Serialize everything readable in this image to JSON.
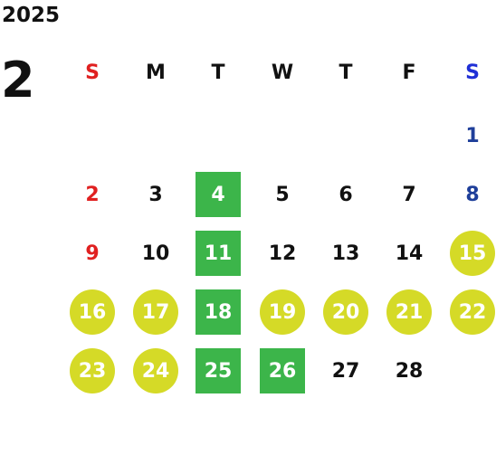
{
  "year": "2025",
  "month": "2",
  "weekdays": [
    {
      "label": "S",
      "color": "#e02020"
    },
    {
      "label": "M",
      "color": "#111111"
    },
    {
      "label": "T",
      "color": "#111111"
    },
    {
      "label": "W",
      "color": "#111111"
    },
    {
      "label": "T",
      "color": "#111111"
    },
    {
      "label": "F",
      "color": "#111111"
    },
    {
      "label": "S",
      "color": "#1f2fd6"
    }
  ],
  "colors": {
    "square_highlight": "#3cb54a",
    "circle_highlight": "#d5da27",
    "sunday": "#e02020",
    "saturday_head": "#1f2fd6",
    "saturday_date": "#1f3f9a"
  },
  "days": [
    {
      "d": "1",
      "style": "plain"
    },
    {
      "d": "2",
      "style": "plain"
    },
    {
      "d": "3",
      "style": "plain"
    },
    {
      "d": "4",
      "style": "square"
    },
    {
      "d": "5",
      "style": "plain"
    },
    {
      "d": "6",
      "style": "plain"
    },
    {
      "d": "7",
      "style": "plain"
    },
    {
      "d": "8",
      "style": "plain"
    },
    {
      "d": "9",
      "style": "plain"
    },
    {
      "d": "10",
      "style": "plain"
    },
    {
      "d": "11",
      "style": "square"
    },
    {
      "d": "12",
      "style": "plain"
    },
    {
      "d": "13",
      "style": "plain"
    },
    {
      "d": "14",
      "style": "plain"
    },
    {
      "d": "15",
      "style": "circle"
    },
    {
      "d": "16",
      "style": "circle"
    },
    {
      "d": "17",
      "style": "circle"
    },
    {
      "d": "18",
      "style": "square"
    },
    {
      "d": "19",
      "style": "circle"
    },
    {
      "d": "20",
      "style": "circle"
    },
    {
      "d": "21",
      "style": "circle"
    },
    {
      "d": "22",
      "style": "circle"
    },
    {
      "d": "23",
      "style": "circle"
    },
    {
      "d": "24",
      "style": "circle"
    },
    {
      "d": "25",
      "style": "square"
    },
    {
      "d": "26",
      "style": "square"
    },
    {
      "d": "27",
      "style": "plain"
    },
    {
      "d": "28",
      "style": "plain"
    }
  ]
}
